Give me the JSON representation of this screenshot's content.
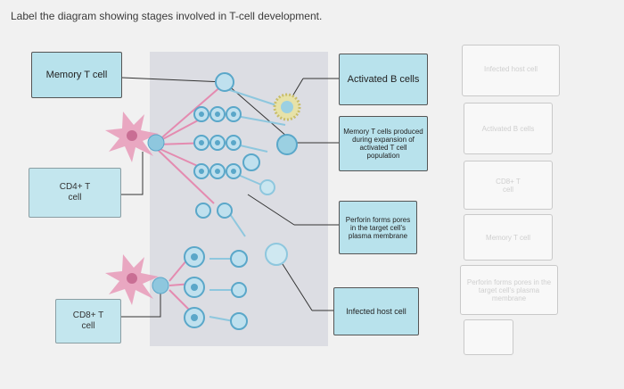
{
  "instruction": "Label the diagram showing stages involved in T-cell development.",
  "placed_labels": [
    {
      "id": "memory-t-cell",
      "text": "Memory T cell"
    },
    {
      "id": "activated-b-cells",
      "text": "Activated B cells"
    },
    {
      "id": "memory-produced",
      "text": "Memory T cells produced during expansion of activated T cell population"
    },
    {
      "id": "perforin",
      "text": "Perforin forms pores in the target cell's plasma membrane"
    },
    {
      "id": "infected-host-cell",
      "text": "Infected host cell"
    }
  ],
  "empty_targets": [
    {
      "id": "cd4-t-cell",
      "text": "CD4+ T cell"
    },
    {
      "id": "cd8-t-cell",
      "text": "CD8+ T cell"
    }
  ],
  "label_bank": [
    {
      "text": "Infected host cell"
    },
    {
      "text": "Activated B cells"
    },
    {
      "text": "CD8+ T cell"
    },
    {
      "text": "Memory T cell"
    },
    {
      "text": "Perforin forms pores in the target cell's plasma membrane"
    },
    {
      "text": ""
    }
  ],
  "colors": {
    "label_fill": "#b8e2ec",
    "panel": "#dcdde3",
    "cell_blue": "#5aa7c9",
    "cell_pink": "#e8a9c2",
    "dendritic": "#e89ab8"
  }
}
